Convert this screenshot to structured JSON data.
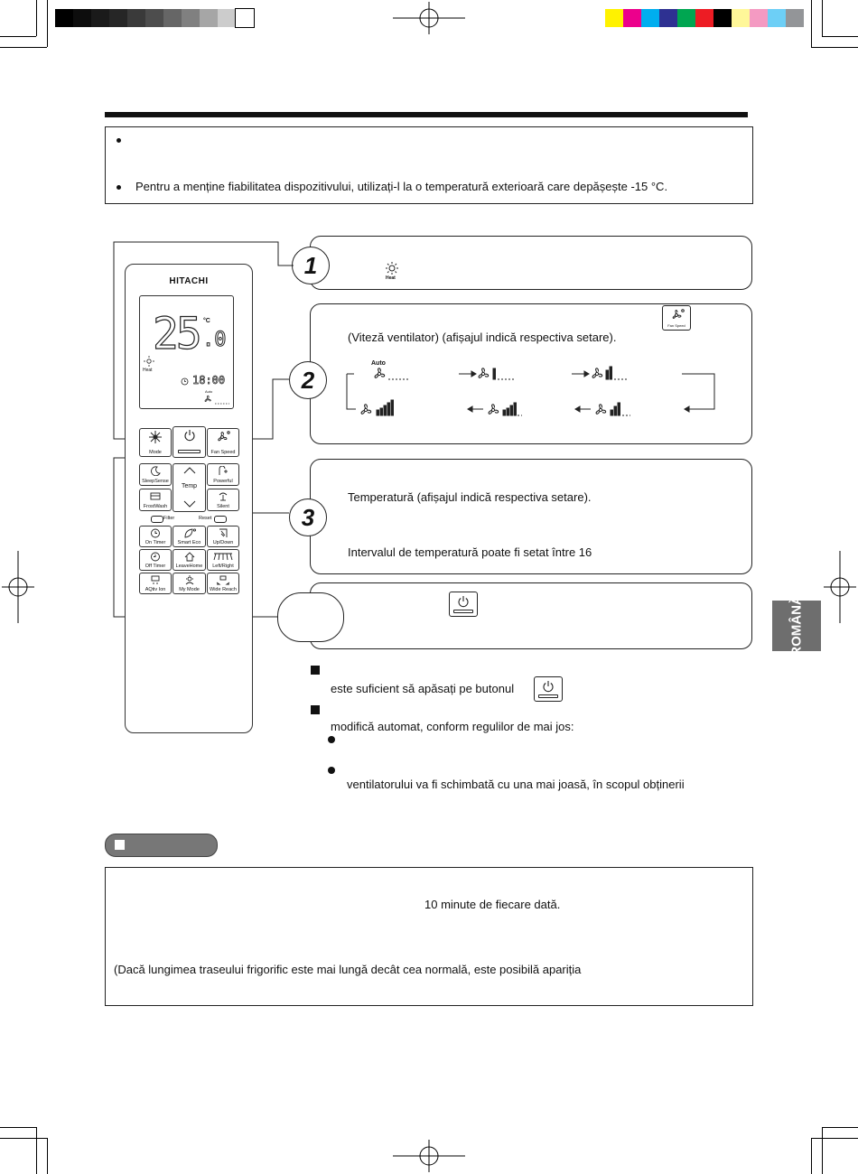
{
  "note_box": {
    "line2": "Pentru a menține fiabilitatea dispozitivului, utilizați-l la o temperatură exterioară care depășește -15 °C."
  },
  "remote": {
    "brand": "HITACHI",
    "display": {
      "temperature": "25",
      "decimal": ".0",
      "unit": "°C",
      "mode_label": "Heat",
      "clock": "18:00",
      "fan_label": "Auto"
    },
    "buttons": {
      "mode": "Mode",
      "fan_speed": "Fan Speed",
      "sleep_sense": "SleepSense",
      "powerful": "Powerful",
      "temp": "Temp",
      "frost_wash": "FrostWash",
      "silent": "Silent",
      "filter": "Filter",
      "reset": "Reset",
      "on_timer": "On Timer",
      "smart_eco": "Smart Eco",
      "up_down": "Up/Down",
      "off_timer": "Off Timer",
      "leave_home": "LeaveHome",
      "left_right": "Left/Right",
      "aqtiv_ion": "AQtiv Ion",
      "my_mode": "My Mode",
      "wide_reach": "Wide Reach"
    }
  },
  "steps": {
    "s1": {
      "number": "1",
      "icon_label": "Heat"
    },
    "s2": {
      "number": "2",
      "text": "(Viteză ventilator) (afișajul indică respectiva setare).",
      "icon_label": "Fan Speed",
      "auto_label": "Auto"
    },
    "s3": {
      "number": "3",
      "line1": "Temperatură (afișajul indică respectiva setare).",
      "line2": "Intervalul de temperatură poate fi setat între 16"
    }
  },
  "notes": {
    "n1": "este suficient să apăsați pe butonul",
    "n2": "modifică automat, conform regulilor de mai jos:",
    "n3": "ventilatorului va fi schimbată cu una mai joasă, în scopul obținerii"
  },
  "bottom_box": {
    "line1": "10 minute de fiecare dată.",
    "line2": "(Dacă lungimea traseului frigorific este mai lungă decât cea normală, este posibilă apariția"
  },
  "side_tab": "ROMÂNĂ",
  "colors": {
    "grays": [
      "#000000",
      "#0d0d0d",
      "#1a1a1a",
      "#262626",
      "#3a3a3a",
      "#4d4d4d",
      "#666666",
      "#808080",
      "#a6a6a6",
      "#cccccc",
      "#ffffff"
    ],
    "process": [
      "#fff200",
      "#ec008c",
      "#00aeef",
      "#2e3192",
      "#00a651",
      "#ed1c24",
      "#000000",
      "#fff799",
      "#f49ac2",
      "#6dcff6",
      "#939598"
    ]
  }
}
